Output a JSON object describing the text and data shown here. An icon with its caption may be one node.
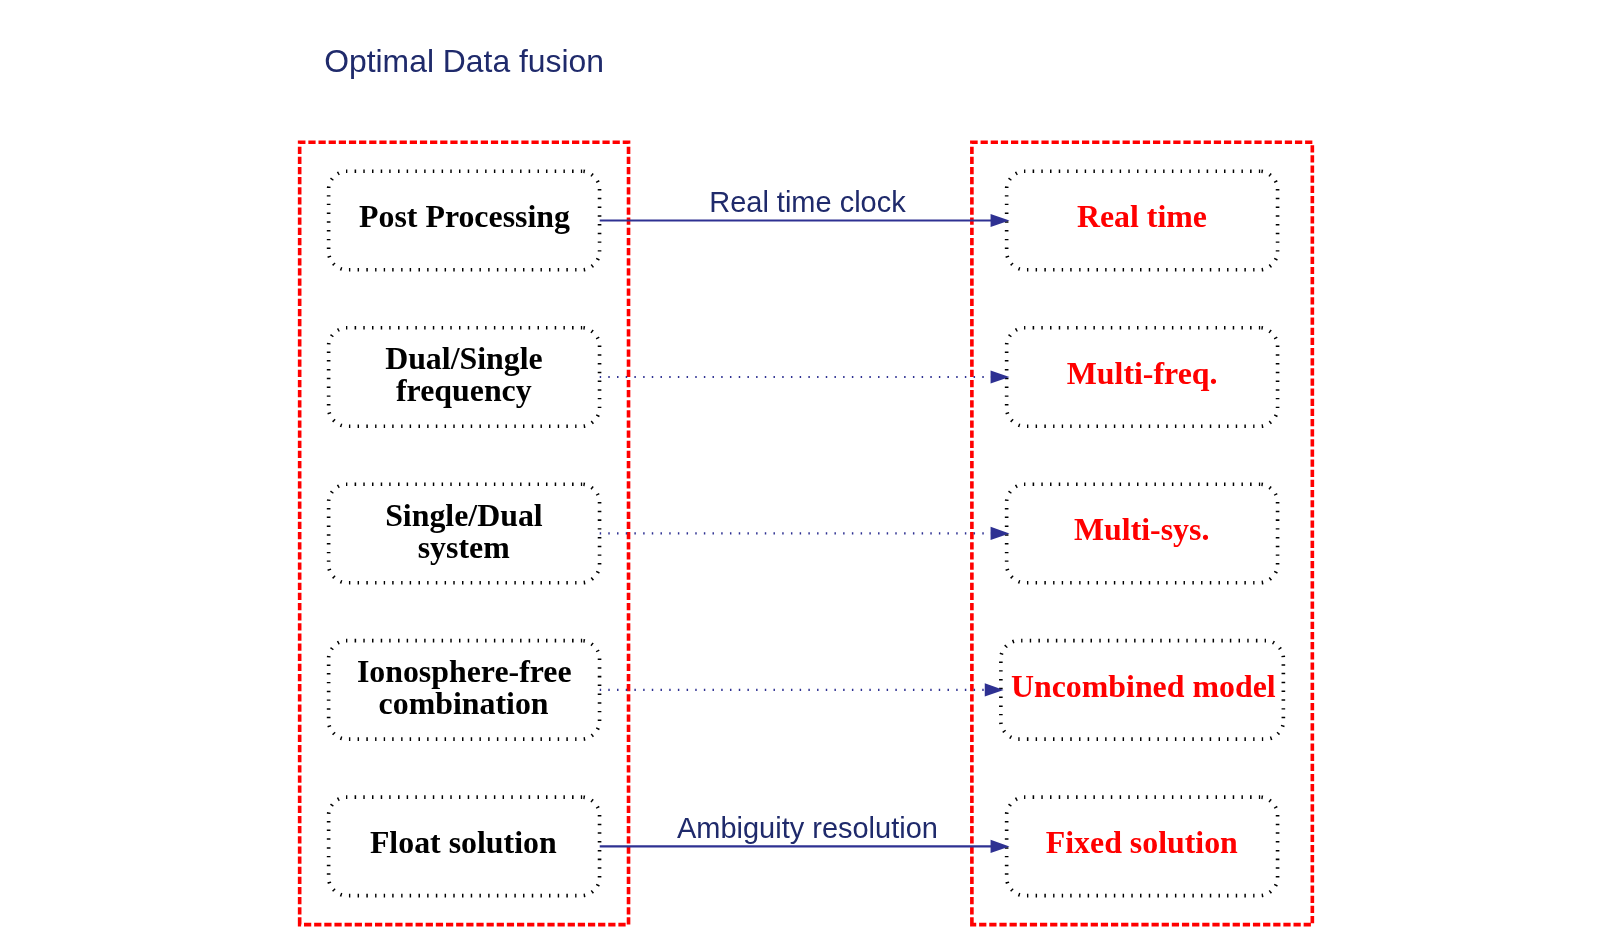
{
  "diagram": {
    "nodes": [
      {
        "text": [],
        "shape": "box"
      },
      {
        "text": [
          "Post Processing"
        ],
        "in": 0
      },
      {
        "text": [
          "Dual/Single frequency"
        ],
        "in": 0
      },
      {
        "text": [
          "Single/Dual system"
        ],
        "in": 0
      },
      {
        "text": [
          "Ionosphere-free combination"
        ],
        "in": 0
      },
      {
        "text": [
          "Float solution"
        ],
        "in": 0
      },
      {
        "text": [],
        "shape": "box"
      },
      {
        "text": [
          "Real time"
        ],
        "in": 6
      },
      {
        "text": [
          "Multi-freq."
        ],
        "in": 6
      },
      {
        "text": [
          "Multi-sys."
        ],
        "in": 6
      },
      {
        "text": [
          "Uncombined model"
        ],
        "in": 6
      },
      {
        "text": [
          "Fixed solution"
        ],
        "in": 6
      }
    ],
    "edges": [
      {
        "from": 1,
        "to": 7,
        "arrow": "to",
        "label": "Real time clock"
      },
      {
        "from": 2,
        "to": 8,
        "arrow": "to",
        "style": "dashed"
      },
      {
        "from": 3,
        "to": 9,
        "arrow": "to",
        "style": "dashed"
      },
      {
        "from": 4,
        "to": 10,
        "arrow": "to",
        "style": "dashed"
      },
      {
        "from": 5,
        "to": 11,
        "arrow": "to",
        "label": "Ambiguity resolution"
      }
    ],
    "labels": [
      "Optimal Data fusion"
    ]
  }
}
